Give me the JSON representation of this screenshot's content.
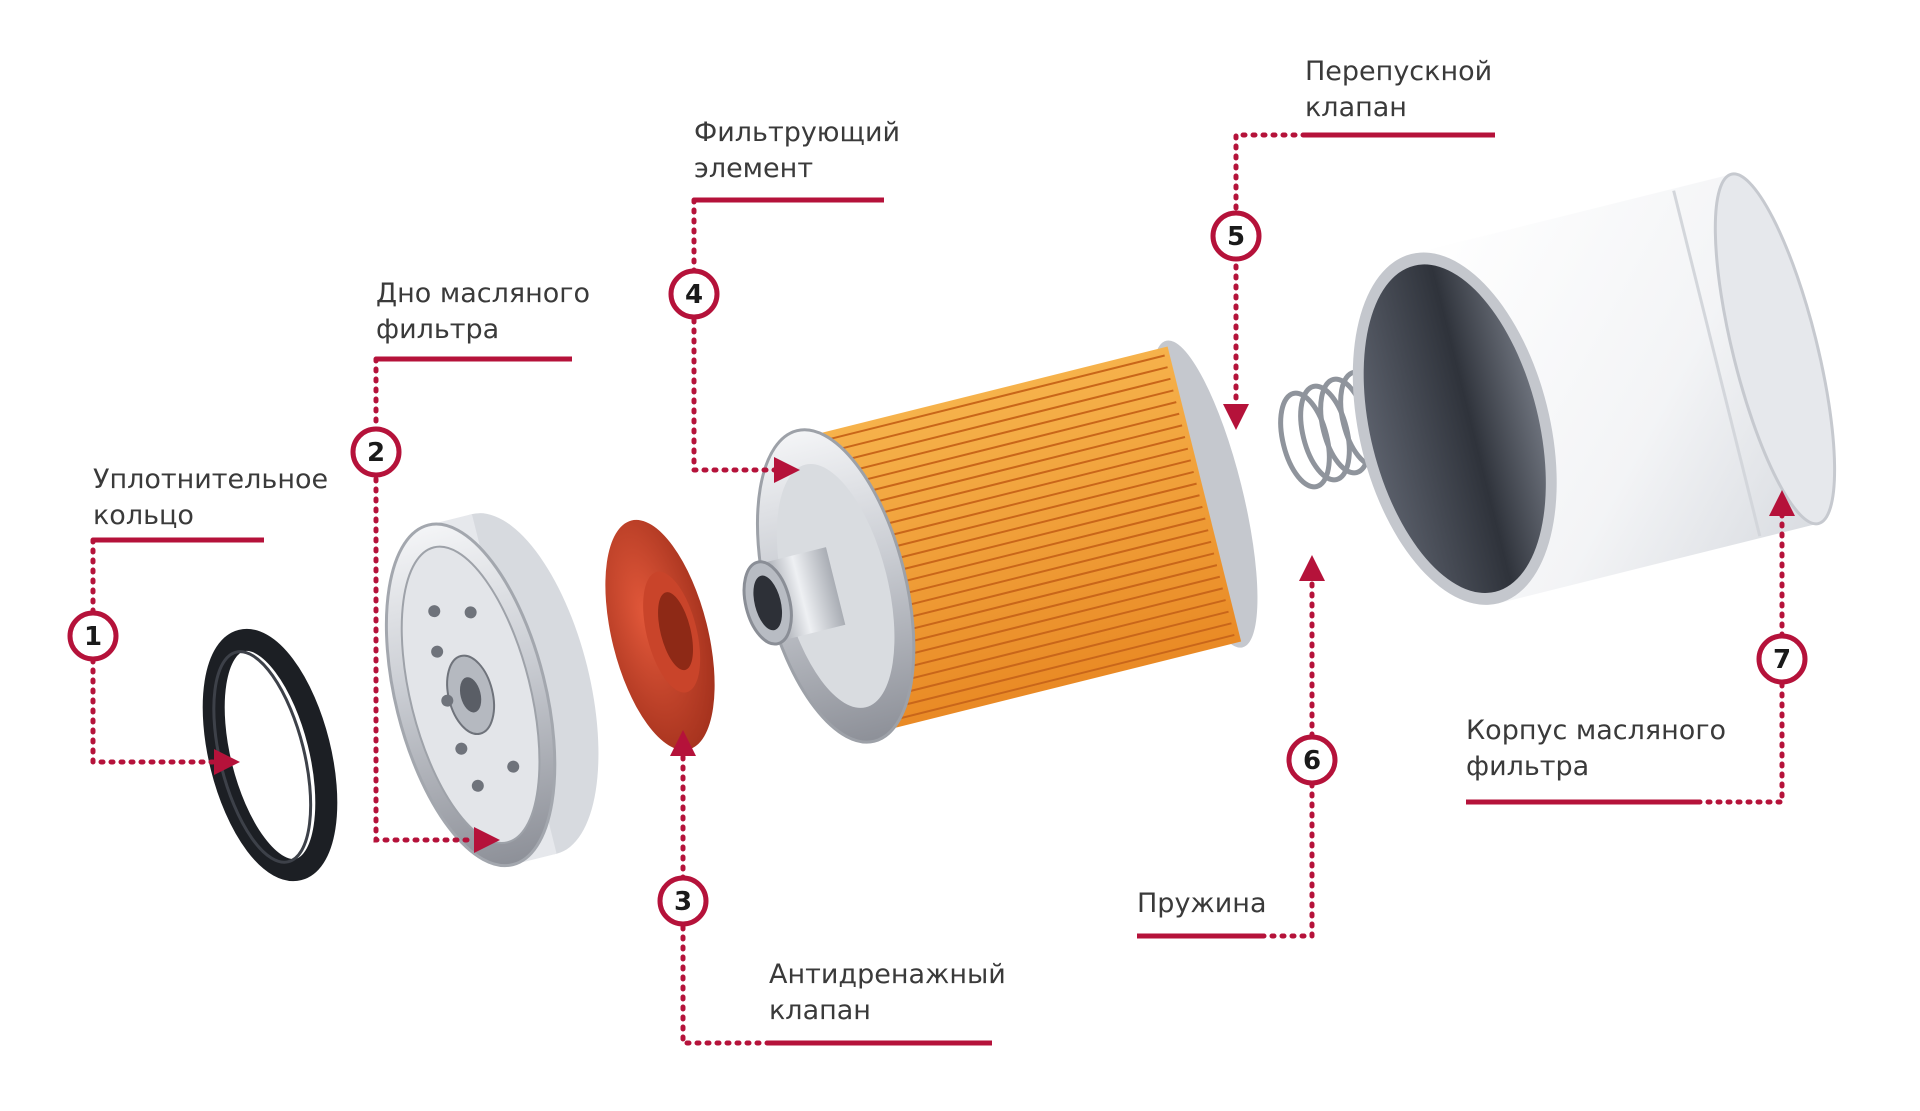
{
  "accent_color": "#b5123a",
  "callouts": [
    {
      "number": "1",
      "line1": "Уплотнительное",
      "line2": "кольцо"
    },
    {
      "number": "2",
      "line1": "Дно масляного",
      "line2": "фильтра"
    },
    {
      "number": "3",
      "line1": "Антидренажный",
      "line2": "клапан"
    },
    {
      "number": "4",
      "line1": "Фильтрующий",
      "line2": "элемент"
    },
    {
      "number": "5",
      "line1": "Перепускной",
      "line2": "клапан"
    },
    {
      "number": "6",
      "line1": "Пружина",
      "line2": ""
    },
    {
      "number": "7",
      "line1": "Корпус масляного",
      "line2": "фильтра"
    }
  ]
}
